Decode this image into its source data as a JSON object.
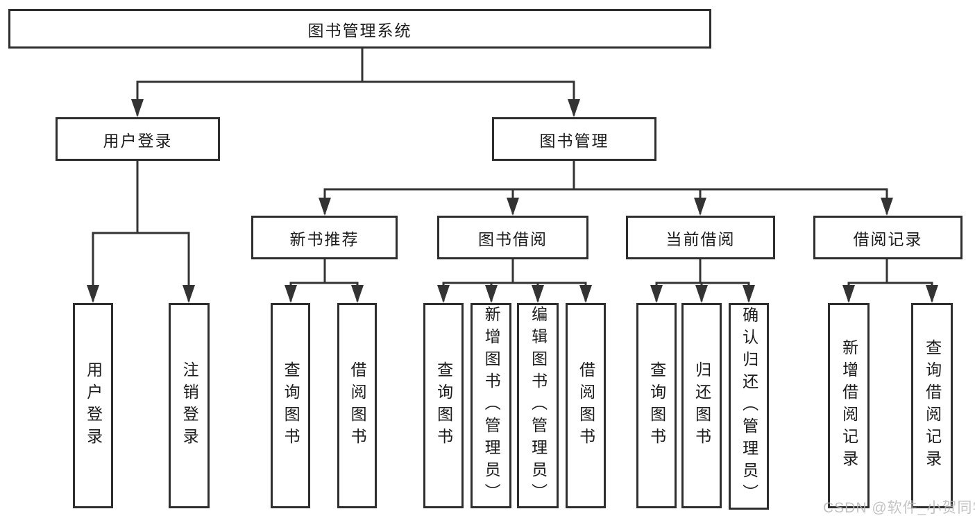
{
  "tree": {
    "root": "图书管理系统",
    "branches": [
      {
        "label": "用户登录",
        "children": [
          {
            "label": "用户登录"
          },
          {
            "label": "注销登录"
          }
        ]
      },
      {
        "label": "图书管理",
        "children": [
          {
            "label": "新书推荐",
            "children": [
              {
                "label": "查询图书"
              },
              {
                "label": "借阅图书"
              }
            ]
          },
          {
            "label": "图书借阅",
            "children": [
              {
                "label": "查询图书"
              },
              {
                "label": "新增图书（管理员）"
              },
              {
                "label": "编辑图书（管理员）"
              },
              {
                "label": "借阅图书"
              }
            ]
          },
          {
            "label": "当前借阅",
            "children": [
              {
                "label": "查询图书"
              },
              {
                "label": "归还图书"
              },
              {
                "label": "确认归还（管理员）"
              }
            ]
          },
          {
            "label": "借阅记录",
            "children": [
              {
                "label": "新增借阅记录"
              },
              {
                "label": "查询借阅记录"
              }
            ]
          }
        ]
      }
    ]
  },
  "colors": {
    "line": "#333333",
    "border": "#2e2e2e",
    "text": "#1c1c1c",
    "watermark": "#b8b8b8"
  },
  "watermark": {
    "text": "CSDN @软件_小贺同学"
  }
}
